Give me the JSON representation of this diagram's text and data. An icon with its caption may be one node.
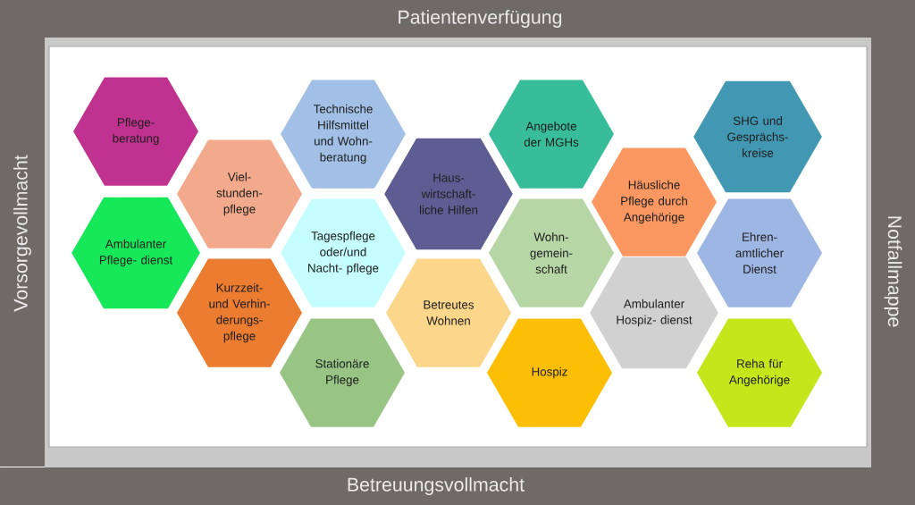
{
  "diagram": {
    "nodes": [
      {
        "text": [
          "Patientenverfügung"
        ]
      },
      {
        "text": [
          "Vorsorgevollmacht"
        ]
      },
      {
        "text": [
          "Notfallmappe"
        ]
      },
      {
        "text": [
          "Betreuungsvollmacht"
        ]
      },
      {
        "text": [
          "Pflege- beratung"
        ]
      },
      {
        "text": [
          "Ambulanter Pflege- dienst"
        ]
      },
      {
        "text": [
          "Viel- stunden- pflege"
        ]
      },
      {
        "text": [
          "Kurzzeit- und Verhin- derungs- pflege"
        ]
      },
      {
        "text": [
          "Technische Hilfsmittel und Wohn- beratung"
        ]
      },
      {
        "text": [
          "Tagespflege oder/und Nacht- pflege"
        ]
      },
      {
        "text": [
          "Stationäre Pflege"
        ]
      },
      {
        "text": [
          "Haus- wirtschaft- liche Hilfen"
        ]
      },
      {
        "text": [
          "Betreutes Wohnen"
        ]
      },
      {
        "text": [
          "Angebote der MGHs"
        ]
      },
      {
        "text": [
          "Wohn- gemein- schaft"
        ]
      },
      {
        "text": [
          "Hospiz"
        ]
      },
      {
        "text": [
          "Häusliche Pflege durch Angehörige"
        ]
      },
      {
        "text": [
          "Ambulanter Hospiz- dienst"
        ]
      },
      {
        "text": [
          "SHG und Gesprächs- kreise"
        ]
      },
      {
        "text": [
          "Ehren- amtlicher Dienst"
        ]
      },
      {
        "text": [
          "Reha für Angehörige"
        ]
      }
    ]
  }
}
